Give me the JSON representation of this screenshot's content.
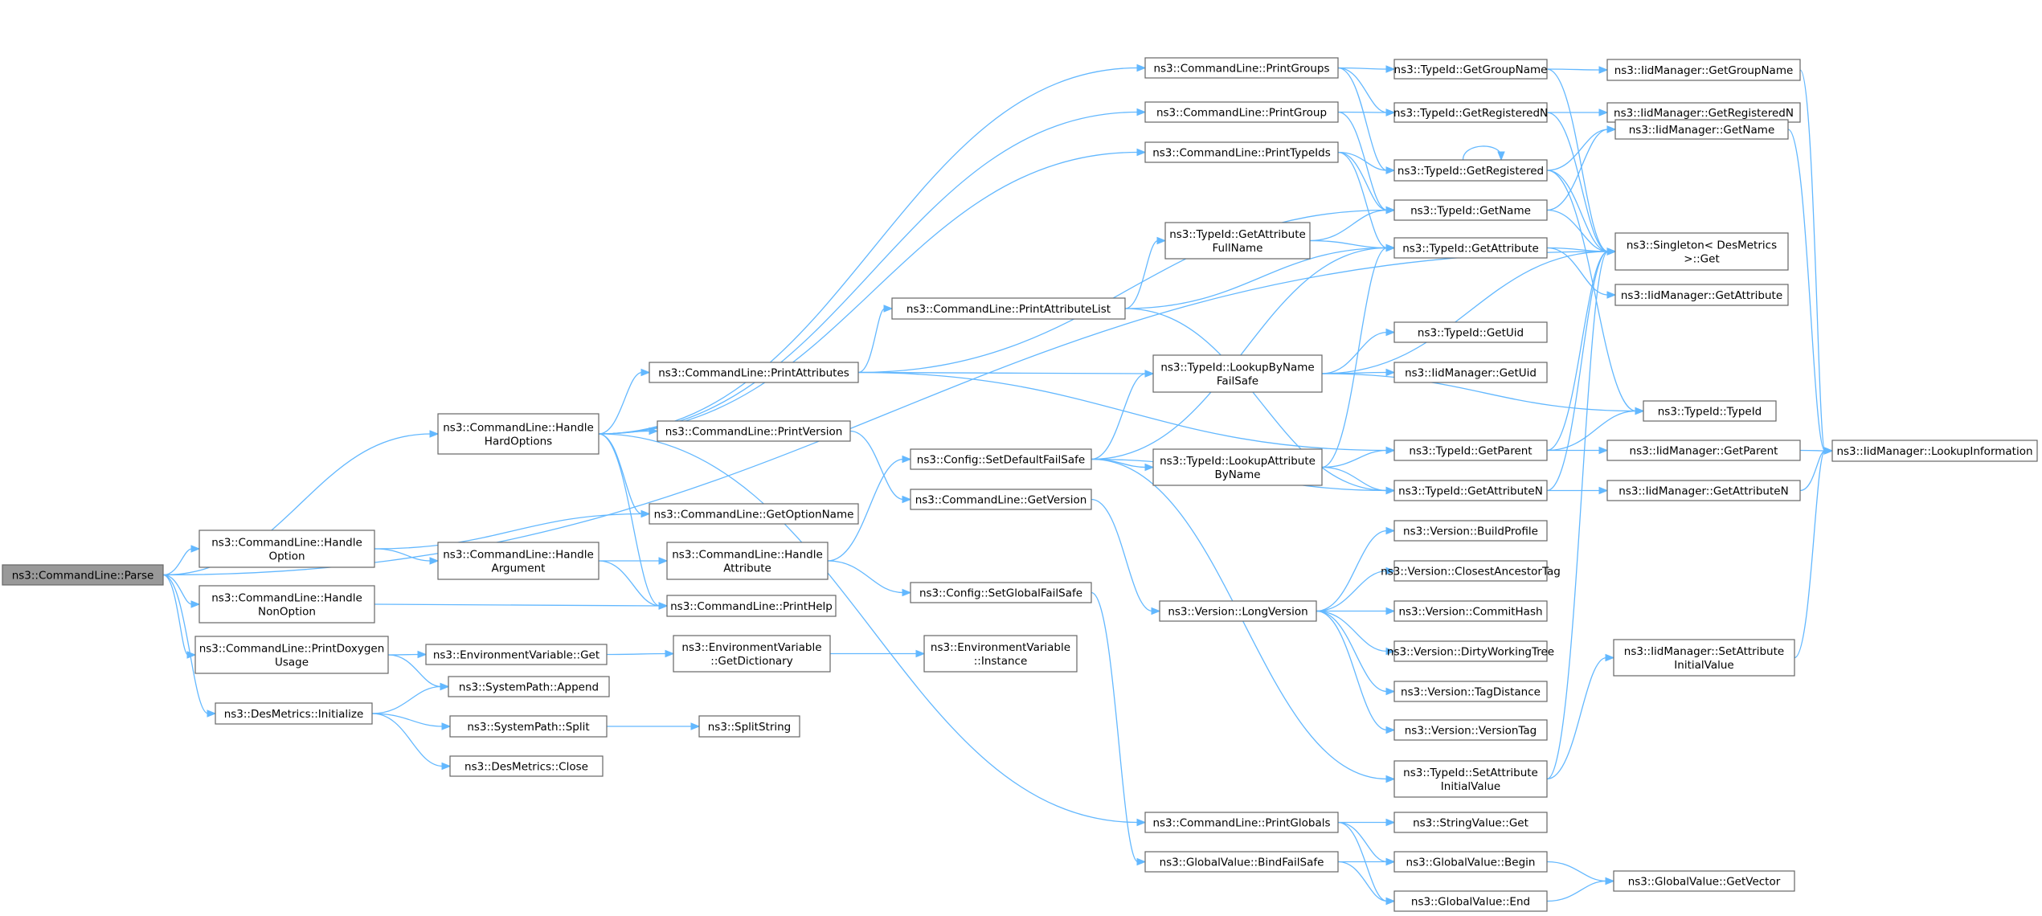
{
  "nodes": {
    "n0": {
      "lines": [
        "ns3::CommandLine::Parse"
      ],
      "root": true
    },
    "n1": {
      "lines": [
        "ns3::CommandLine::Handle",
        "HardOptions"
      ]
    },
    "n2": {
      "lines": [
        "ns3::CommandLine::Handle",
        "Option"
      ]
    },
    "n3": {
      "lines": [
        "ns3::CommandLine::Handle",
        "NonOption"
      ]
    },
    "n4": {
      "lines": [
        "ns3::CommandLine::PrintDoxygen",
        "Usage"
      ]
    },
    "n5": {
      "lines": [
        "ns3::DesMetrics::Initialize"
      ]
    },
    "n6": {
      "lines": [
        "ns3::CommandLine::PrintGroups"
      ]
    },
    "n7": {
      "lines": [
        "ns3::CommandLine::PrintGroup"
      ]
    },
    "n8": {
      "lines": [
        "ns3::CommandLine::PrintTypeIds"
      ]
    },
    "n9": {
      "lines": [
        "ns3::CommandLine::PrintAttributes"
      ]
    },
    "n10": {
      "lines": [
        "ns3::CommandLine::PrintVersion"
      ]
    },
    "n11": {
      "lines": [
        "ns3::CommandLine::GetOptionName"
      ]
    },
    "n12": {
      "lines": [
        "ns3::CommandLine::Handle",
        "Argument"
      ]
    },
    "n13": {
      "lines": [
        "ns3::CommandLine::PrintHelp"
      ]
    },
    "n14": {
      "lines": [
        "ns3::EnvironmentVariable::Get"
      ]
    },
    "n15": {
      "lines": [
        "ns3::SystemPath::Append"
      ]
    },
    "n16": {
      "lines": [
        "ns3::SystemPath::Split"
      ]
    },
    "n17": {
      "lines": [
        "ns3::DesMetrics::Close"
      ]
    },
    "n18": {
      "lines": [
        "ns3::CommandLine::PrintAttributeList"
      ]
    },
    "n19": {
      "lines": [
        "ns3::Config::SetDefaultFailSafe"
      ]
    },
    "n20": {
      "lines": [
        "ns3::CommandLine::GetVersion"
      ]
    },
    "n21": {
      "lines": [
        "ns3::CommandLine::Handle",
        "Attribute"
      ]
    },
    "n22": {
      "lines": [
        "ns3::Config::SetGlobalFailSafe"
      ]
    },
    "n23": {
      "lines": [
        "ns3::EnvironmentVariable",
        "::GetDictionary"
      ]
    },
    "n24": {
      "lines": [
        "ns3::SplitString"
      ]
    },
    "n25": {
      "lines": [
        "ns3::TypeId::GetAttribute",
        "FullName"
      ]
    },
    "n26": {
      "lines": [
        "ns3::TypeId::LookupByName",
        "FailSafe"
      ]
    },
    "n27": {
      "lines": [
        "ns3::TypeId::LookupAttribute",
        "ByName"
      ]
    },
    "n28": {
      "lines": [
        "ns3::Version::LongVersion"
      ]
    },
    "n29": {
      "lines": [
        "ns3::EnvironmentVariable",
        "::Instance"
      ]
    },
    "n30": {
      "lines": [
        "ns3::CommandLine::PrintGlobals"
      ]
    },
    "n31": {
      "lines": [
        "ns3::GlobalValue::BindFailSafe"
      ]
    },
    "n32": {
      "lines": [
        "ns3::TypeId::GetGroupName"
      ]
    },
    "n33": {
      "lines": [
        "ns3::TypeId::GetRegisteredN"
      ]
    },
    "n34": {
      "lines": [
        "ns3::TypeId::GetRegistered"
      ]
    },
    "n35": {
      "lines": [
        "ns3::TypeId::GetName"
      ]
    },
    "n36": {
      "lines": [
        "ns3::TypeId::GetAttribute"
      ]
    },
    "n37": {
      "lines": [
        "ns3::TypeId::GetUid"
      ]
    },
    "n38": {
      "lines": [
        "ns3::IidManager::GetUid"
      ]
    },
    "n39": {
      "lines": [
        "ns3::TypeId::GetParent"
      ]
    },
    "n40": {
      "lines": [
        "ns3::TypeId::GetAttributeN"
      ]
    },
    "n41": {
      "lines": [
        "ns3::Version::BuildProfile"
      ]
    },
    "n42": {
      "lines": [
        "ns3::Version::ClosestAncestorTag"
      ]
    },
    "n43": {
      "lines": [
        "ns3::Version::CommitHash"
      ]
    },
    "n44": {
      "lines": [
        "ns3::Version::DirtyWorkingTree"
      ]
    },
    "n45": {
      "lines": [
        "ns3::Version::TagDistance"
      ]
    },
    "n46": {
      "lines": [
        "ns3::Version::VersionTag"
      ]
    },
    "n47": {
      "lines": [
        "ns3::TypeId::SetAttribute",
        "InitialValue"
      ]
    },
    "n48": {
      "lines": [
        "ns3::StringValue::Get"
      ]
    },
    "n49": {
      "lines": [
        "ns3::GlobalValue::Begin"
      ]
    },
    "n50": {
      "lines": [
        "ns3::GlobalValue::End"
      ]
    },
    "n51": {
      "lines": [
        "ns3::IidManager::GetGroupName"
      ]
    },
    "n52": {
      "lines": [
        "ns3::IidManager::GetRegisteredN"
      ]
    },
    "n53": {
      "lines": [
        "ns3::IidManager::GetName"
      ]
    },
    "n54": {
      "lines": [
        "ns3::Singleton< DesMetrics",
        " >::Get"
      ]
    },
    "n55": {
      "lines": [
        "ns3::IidManager::GetAttribute"
      ]
    },
    "n56": {
      "lines": [
        "ns3::TypeId::TypeId"
      ]
    },
    "n57": {
      "lines": [
        "ns3::IidManager::GetParent"
      ]
    },
    "n58": {
      "lines": [
        "ns3::IidManager::GetAttributeN"
      ]
    },
    "n59": {
      "lines": [
        "ns3::IidManager::SetAttribute",
        "InitialValue"
      ]
    },
    "n60": {
      "lines": [
        "ns3::GlobalValue::GetVector"
      ]
    },
    "n61": {
      "lines": [
        "ns3::IidManager::LookupInformation"
      ]
    }
  }
}
